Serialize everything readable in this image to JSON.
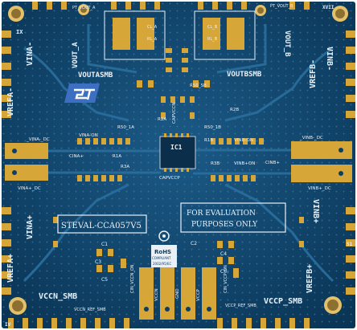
{
  "board": {
    "part_number": "STEVAL-CCA057V5",
    "notice_line1": "FOR EVALUATION",
    "notice_line2": "PURPOSES ONLY",
    "ic_label": "IC1",
    "rohs_label": "RoHS",
    "rohs_sub": "COMPLIANT",
    "rohs_directive": "2002/95/EC",
    "corner_top_left": "IX",
    "corner_top_right": "XVII",
    "corner_bottom_left": "IV",
    "corner_bottom_right": "S1",
    "colors": {
      "pcb": "#0d3e63",
      "gold": "#d6a638",
      "silk": "#e9f1f7"
    }
  },
  "labels": {
    "vina": "VINA-",
    "vinb": "VINB-",
    "vrefa_minus": "VREFA-",
    "vrefb_minus": "VREFB-",
    "vina_plus": "VINA+",
    "vinb_plus": "VINB+",
    "vrefa_plus": "VREFA+",
    "vrefb_plus": "VREFB+",
    "vout_a": "VOUT_A",
    "vout_b": "VOUT_B",
    "voutasmb": "VOUTASMB",
    "voutbsmb": "VOUTBSMB",
    "vccn_smb": "VCCN_SMB",
    "vccp_smb": "VCCP_SMB",
    "vccn_ref_smb": "VCCN_REF_SMB",
    "vccp_ref_smb": "VCCP_REF_SMB",
    "vina_dc": "_VINA-_DC",
    "vinb_dc": "_VINB-_DC",
    "vina_plus_dc": "VINA+_DC",
    "vinb_plus_dc": "VINB+_DC",
    "pt_vout_a": "PT_VOUT_A",
    "pt_vout_b": "PT_VOUT_B",
    "cina_plus": "CINA+",
    "cinb_plus": "CINB+",
    "vinb_on": "VINB-ON",
    "vina_on": "VINA-ON",
    "vinb_plus_on": "VINB+ON",
    "capvccn": "CAPVCCN",
    "capvccp": "CAPVCCP",
    "vccn": "VCCN",
    "vccp": "VCCP",
    "gnd": "GND",
    "cin_vccn_on": "CIN_VCCN_ON",
    "cin_vccp_on": "CIN_VCCP_ON",
    "r50_1a": "R50_1A",
    "r50_1b": "R50_1B",
    "r50_sb": "R50_SB",
    "r1a": "R1A",
    "r3a": "R3A",
    "r1b": "R1B",
    "r3b": "R3B",
    "r2a": "R2A",
    "r2b": "R2B",
    "cl_a": "CL_A",
    "rl_a": "RL_A",
    "cl_b": "CL_B",
    "rl_b": "RL_B",
    "c1": "C1",
    "c2": "C2",
    "c3": "C3",
    "c4": "C4",
    "c5": "C5",
    "c6": "C6"
  }
}
